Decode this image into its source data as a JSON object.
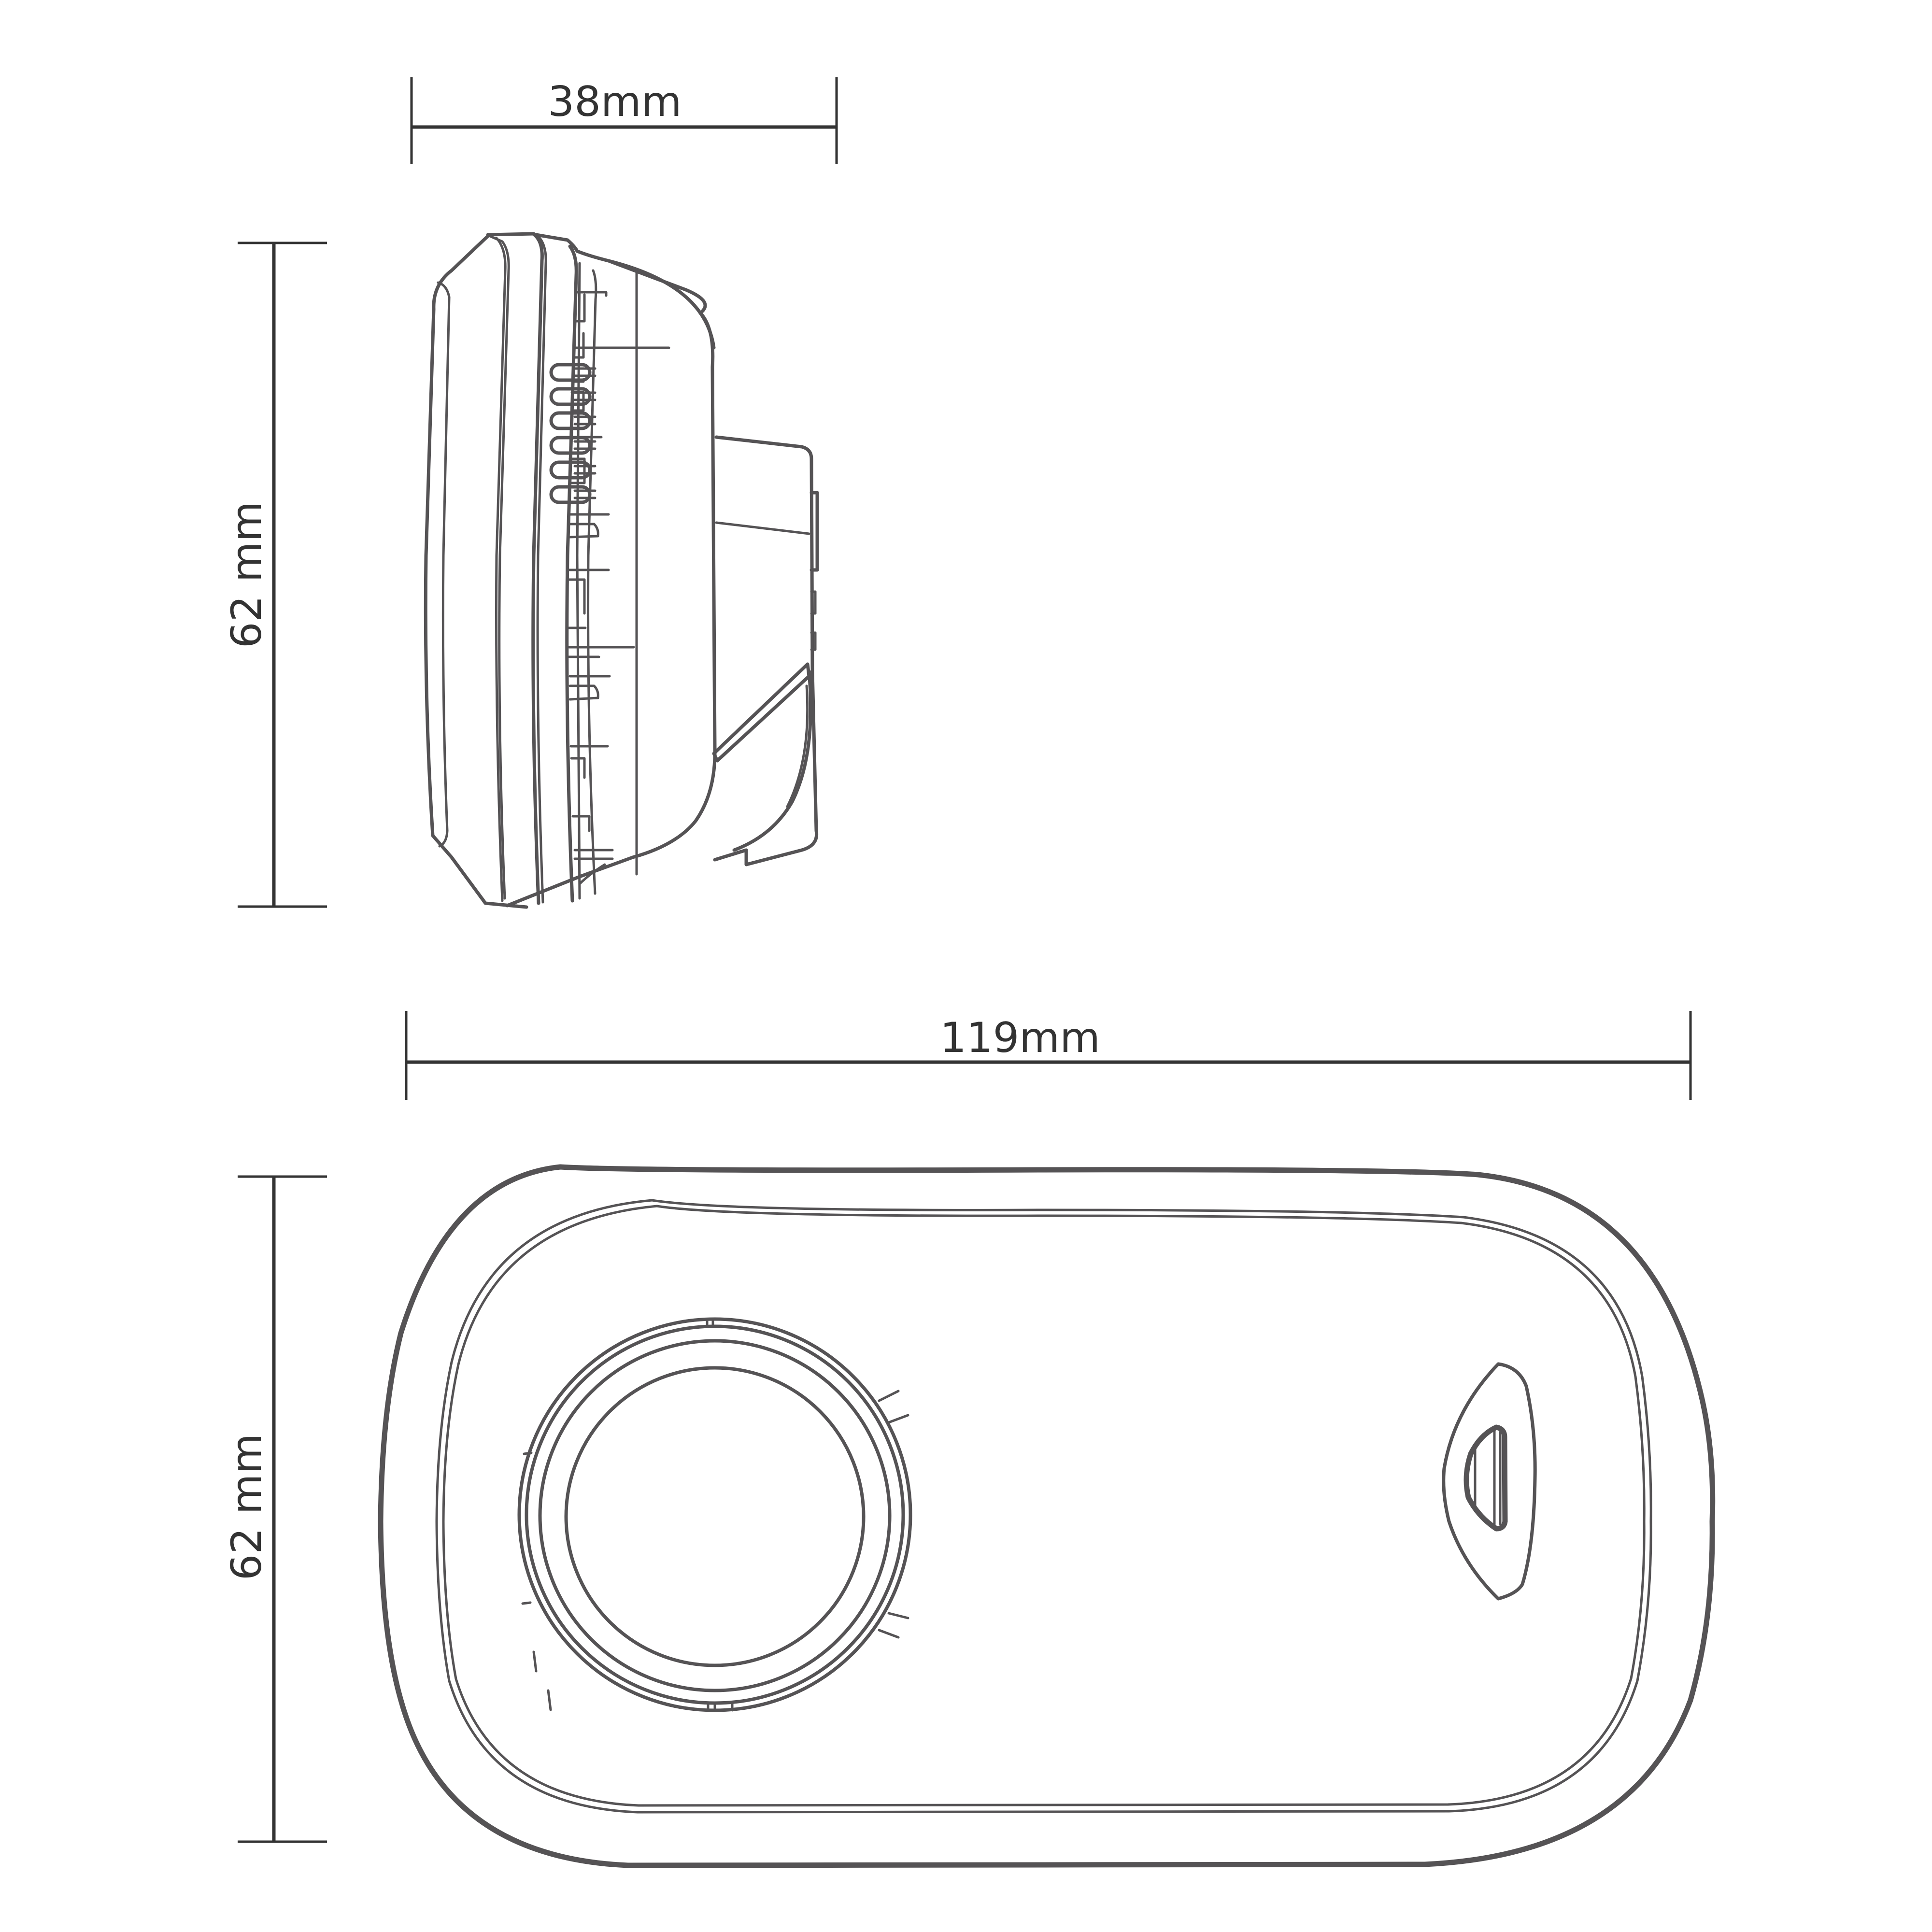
{
  "drawing": {
    "subject": "smoke/CO alarm dimension drawing",
    "line_color": "#555355",
    "dimension_color": "#333333",
    "background": "#ffffff"
  },
  "side_view": {
    "width_label": "38mm",
    "height_label": "62 mm",
    "vent_slot_count": 6
  },
  "front_view": {
    "width_label": "119mm",
    "height_label": "62 mm",
    "features": [
      "sensor-chamber",
      "test-button"
    ]
  }
}
